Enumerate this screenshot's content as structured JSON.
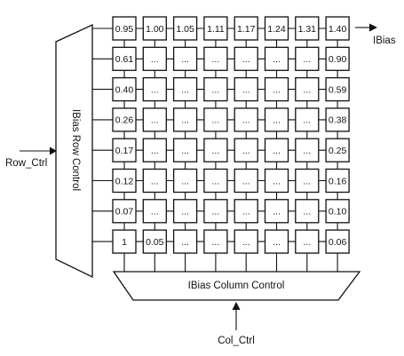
{
  "labels": {
    "row_control": "IBias Row Control",
    "column_control": "IBias Column Control",
    "row_ctrl_input": "Row_Ctrl",
    "col_ctrl_input": "Col_Ctrl",
    "output": "IBias"
  },
  "grid": {
    "rows": [
      [
        "0.95",
        "1.00",
        "1.05",
        "1.11",
        "1.17",
        "1.24",
        "1.31",
        "1.40"
      ],
      [
        "0.61",
        "...",
        "...",
        "...",
        "...",
        "...",
        "...",
        "0.90"
      ],
      [
        "0.40",
        "...",
        "...",
        "...",
        "...",
        "...",
        "...",
        "0.59"
      ],
      [
        "0.26",
        "...",
        "...",
        "...",
        "...",
        "...",
        "...",
        "0.38"
      ],
      [
        "0.17",
        "...",
        "...",
        "...",
        "...",
        "...",
        "...",
        "0.25"
      ],
      [
        "0.12",
        "...",
        "...",
        "...",
        "...",
        "...",
        "...",
        "0.16"
      ],
      [
        "0.07",
        "...",
        "...",
        "...",
        "...",
        "...",
        "...",
        "0.10"
      ],
      [
        "1",
        "0.05",
        "...",
        "...",
        "...",
        "...",
        "...",
        "0.06"
      ]
    ]
  }
}
